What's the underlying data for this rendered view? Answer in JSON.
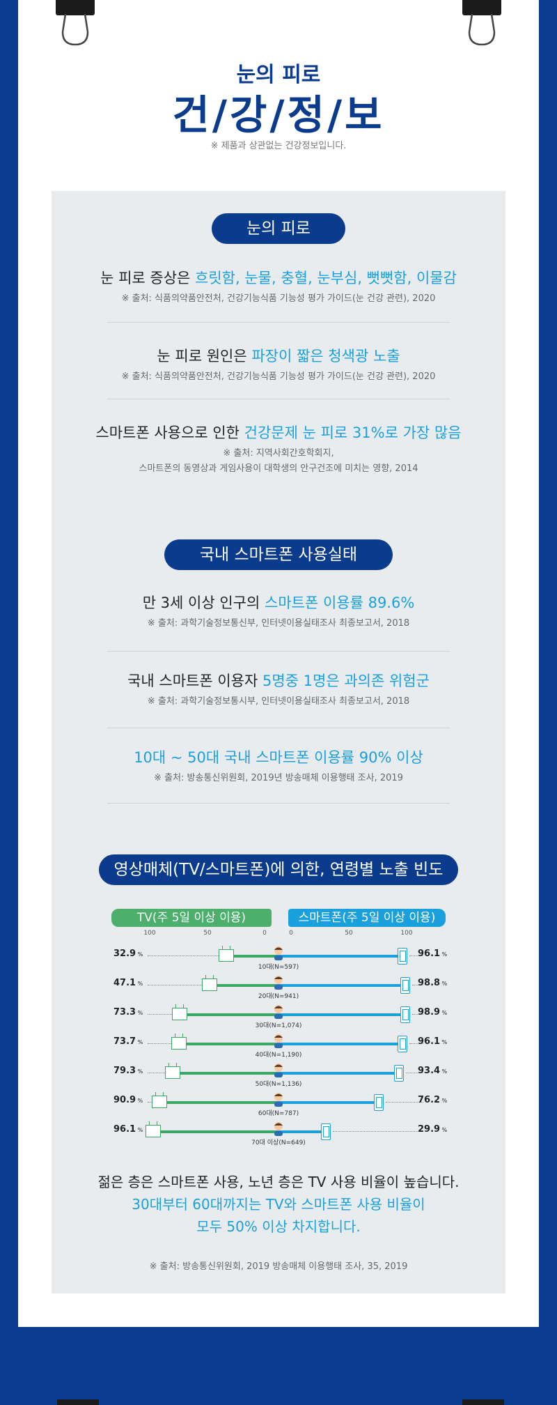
{
  "header": {
    "subtitle": "눈의 피로",
    "title": "건/강/정/보",
    "note": "※ 제품과 상관없는 건강정보입니다."
  },
  "section1": {
    "heading": "눈의 피로",
    "items": [
      {
        "pre": "눈 피로 증상은 ",
        "highlight": "흐릿함, 눈물, 충혈, 눈부심, 뻣뻣함, 이물감",
        "post": "",
        "source": "※ 출처: 식품의약품안전처, 건강기능식품 기능성 평가 가이드(눈 건강 관련), 2020"
      },
      {
        "pre": "눈 피로 원인은 ",
        "highlight": "파장이 짧은 청색광 노출",
        "post": "",
        "source": "※ 출처: 식품의약품안전처, 건강기능식품 기능성 평가 가이드(눈 건강 관련), 2020"
      },
      {
        "pre": "스마트폰 사용으로 인한 ",
        "highlight": "건강문제 눈 피로 31%로 가장 많음",
        "post": "",
        "source": "※ 출처: 지역사회간호학회지,",
        "source2": "스마트폰의 동영상과 게임사용이 대학생의 안구건조에 미치는 영향, 2014"
      }
    ]
  },
  "section2": {
    "heading": "국내 스마트폰 사용실태",
    "items": [
      {
        "pre": "만 3세 이상 인구의 ",
        "highlight": "스마트폰 이용률 89.6%",
        "post": "",
        "source": "※ 출처: 과학기술정보통신부, 인터넷이용실태조사 최종보고서, 2018"
      },
      {
        "pre": "국내 스마트폰 이용자 ",
        "highlight": "5명중 1명은 과의존 위험군",
        "post": "",
        "source": "※ 출처: 과학기술정보통시부, 인터넷이용실태조사 최종보고서, 2018"
      },
      {
        "pre": "",
        "highlight": "10대 ~ 50대 국내 스마트폰 이용률 90% 이상",
        "post": "",
        "source": "※ 출처: 방송통신위원회, 2019년 방송매체 이용행태 조사, 2019"
      }
    ]
  },
  "section3": {
    "heading": "영상매체(TV/스마트폰)에 의한, 연령별  노출 빈도",
    "legend_tv": "TV(주 5일 이상 이용)",
    "legend_sp": "스마트폰(주 5일 이상 이용)",
    "ticks_left": [
      "100",
      "50",
      "0"
    ],
    "ticks_right": [
      "0",
      "50",
      "100"
    ],
    "pct_unit": "%"
  },
  "chart_data": {
    "type": "bar",
    "title": "영상매체(TV/스마트폰)에 의한, 연령별  노출 빈도",
    "categories": [
      "10대(N=597)",
      "20대(N=941)",
      "30대(N=1,074)",
      "40대(N=1,190)",
      "50대(N=1,136)",
      "60대(N=787)",
      "70대 이상(N=649)"
    ],
    "series": [
      {
        "name": "TV(주 5일 이상 이용)",
        "values": [
          32.9,
          47.1,
          73.3,
          73.7,
          79.3,
          90.9,
          96.1
        ],
        "color": "#3aa864"
      },
      {
        "name": "스마트폰(주 5일 이상 이용)",
        "values": [
          96.1,
          98.8,
          98.9,
          96.1,
          93.4,
          76.2,
          29.9
        ],
        "color": "#1aa0dc"
      }
    ],
    "labels_tv": [
      "32.9",
      "47.1",
      "73.3",
      "73.7",
      "79.3",
      "90.9",
      "96.1"
    ],
    "labels_sp": [
      "96.1",
      "98.8",
      "98.9",
      "96.1",
      "93.4",
      "76.2",
      "29.9"
    ],
    "xlim": [
      0,
      100
    ]
  },
  "summary": {
    "line1": "젊은 층은 스마트폰 사용, 노년 층은 TV 사용 비율이 높습니다.",
    "line2": "30대부터 60대까지는 TV와 스마트폰 사용 비율이",
    "line3": "모두 50% 이상 차지합니다.",
    "source": "※ 출처: 방송통신위원회, 2019 방송매체 이용행태 조사, 35, 2019"
  }
}
